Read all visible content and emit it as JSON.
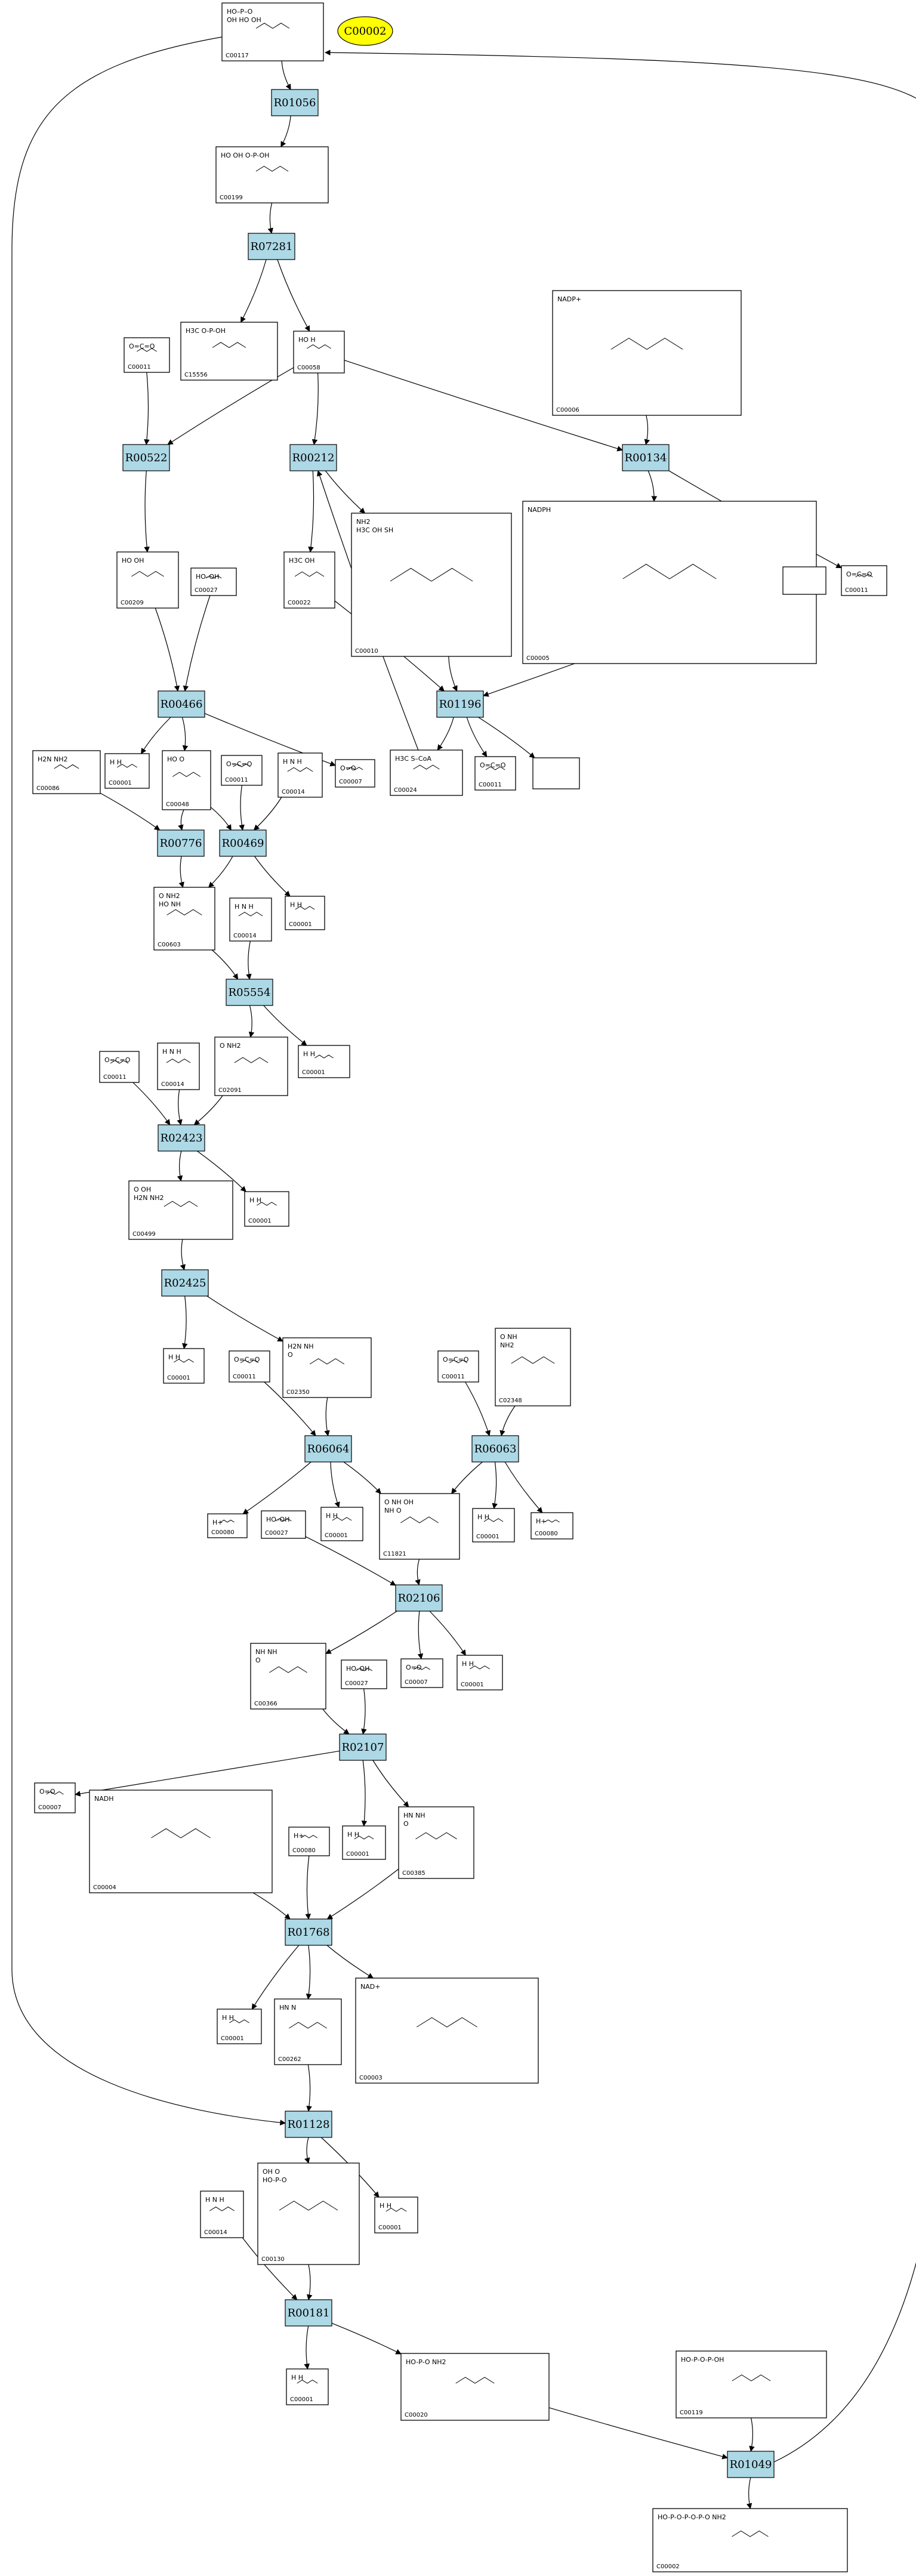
{
  "title": "C00002",
  "reactions": [
    {
      "id": "R01056",
      "label": "R01056"
    },
    {
      "id": "R07281",
      "label": "R07281"
    },
    {
      "id": "R00522",
      "label": "R00522"
    },
    {
      "id": "R00212",
      "label": "R00212"
    },
    {
      "id": "R00134",
      "label": "R00134"
    },
    {
      "id": "R00466",
      "label": "R00466"
    },
    {
      "id": "R01196",
      "label": "R01196"
    },
    {
      "id": "R00776",
      "label": "R00776"
    },
    {
      "id": "R00469",
      "label": "R00469"
    },
    {
      "id": "R05554",
      "label": "R05554"
    },
    {
      "id": "R02423",
      "label": "R02423"
    },
    {
      "id": "R02425",
      "label": "R02425"
    },
    {
      "id": "R06064",
      "label": "R06064"
    },
    {
      "id": "R06063",
      "label": "R06063"
    },
    {
      "id": "R02106",
      "label": "R02106"
    },
    {
      "id": "R02107",
      "label": "R02107"
    },
    {
      "id": "R01768",
      "label": "R01768"
    },
    {
      "id": "R01128",
      "label": "R01128"
    },
    {
      "id": "R00181",
      "label": "R00181"
    },
    {
      "id": "R01049",
      "label": "R01049"
    }
  ],
  "compounds": [
    {
      "key": "c00117_top",
      "cid": "C00117",
      "lines": [
        "HO–P–O",
        "  OH  HO  OH"
      ]
    },
    {
      "key": "c00199",
      "cid": "C00199",
      "lines": [
        "HO  OH  O-P-OH"
      ]
    },
    {
      "key": "c15556",
      "cid": "C15556",
      "lines": [
        "H3C  O-P-OH"
      ]
    },
    {
      "key": "c00011_a",
      "cid": "C00011",
      "lines": [
        "O=C=O"
      ]
    },
    {
      "key": "c00058_a",
      "cid": "C00058",
      "lines": [
        "HO   H"
      ]
    },
    {
      "key": "c00006_a",
      "cid": "C00006",
      "lines": [
        "NADP+"
      ]
    },
    {
      "key": "c00209",
      "cid": "C00209",
      "lines": [
        "HO  OH"
      ]
    },
    {
      "key": "c00027_a",
      "cid": "C00027",
      "lines": [
        "HO–OH"
      ]
    },
    {
      "key": "c00022",
      "cid": "C00022",
      "lines": [
        "H3C  OH"
      ]
    },
    {
      "key": "c00010",
      "cid": "C00010",
      "lines": [
        "NH2",
        "H3C  OH  SH"
      ]
    },
    {
      "key": "c00005_a",
      "cid": "C00005",
      "lines": [
        "NADPH"
      ]
    },
    {
      "key": "c00011_b",
      "cid": "C00011",
      "lines": [
        "O=C=O"
      ]
    },
    {
      "key": "empty_a",
      "cid": "",
      "lines": []
    },
    {
      "key": "c00086_a",
      "cid": "C00086",
      "lines": [
        "H2N  NH2"
      ]
    },
    {
      "key": "c00001_a",
      "cid": "C00001",
      "lines": [
        "H   H"
      ]
    },
    {
      "key": "c00048",
      "cid": "C00048",
      "lines": [
        "HO  O"
      ]
    },
    {
      "key": "c00011_c",
      "cid": "C00011",
      "lines": [
        "O=C=O"
      ]
    },
    {
      "key": "c00014_a",
      "cid": "C00014",
      "lines": [
        "H N H"
      ]
    },
    {
      "key": "c00007_a",
      "cid": "C00007",
      "lines": [
        "O=O"
      ]
    },
    {
      "key": "c00024",
      "cid": "C00024",
      "lines": [
        "H3C  S–CoA"
      ]
    },
    {
      "key": "c00011_d",
      "cid": "C00011",
      "lines": [
        "O=C=O"
      ]
    },
    {
      "key": "empty_b",
      "cid": "",
      "lines": []
    },
    {
      "key": "c00603",
      "cid": "C00603",
      "lines": [
        "O  NH2",
        "HO  NH"
      ]
    },
    {
      "key": "c00014_b",
      "cid": "C00014",
      "lines": [
        "H N H"
      ]
    },
    {
      "key": "c00001_b",
      "cid": "C00001",
      "lines": [
        "H   H"
      ]
    },
    {
      "key": "c02091",
      "cid": "C02091",
      "lines": [
        "O  NH2"
      ]
    },
    {
      "key": "c00001_c",
      "cid": "C00001",
      "lines": [
        "H   H"
      ]
    },
    {
      "key": "c00011_e",
      "cid": "C00011",
      "lines": [
        "O=C=O"
      ]
    },
    {
      "key": "c00014_c",
      "cid": "C00014",
      "lines": [
        "H N H"
      ]
    },
    {
      "key": "c00499",
      "cid": "C00499",
      "lines": [
        "O  OH",
        "H2N  NH2"
      ]
    },
    {
      "key": "c00001_d",
      "cid": "C00001",
      "lines": [
        "H   H"
      ]
    },
    {
      "key": "c00001_e",
      "cid": "C00001",
      "lines": [
        "H   H"
      ]
    },
    {
      "key": "c00011_f",
      "cid": "C00011",
      "lines": [
        "O=C=O"
      ]
    },
    {
      "key": "c02350",
      "cid": "C02350",
      "lines": [
        "H2N  NH",
        "O"
      ]
    },
    {
      "key": "c00011_g",
      "cid": "C00011",
      "lines": [
        "O=C=O"
      ]
    },
    {
      "key": "c02348",
      "cid": "C02348",
      "lines": [
        "O  NH",
        "NH2"
      ]
    },
    {
      "key": "c00080_a",
      "cid": "C00080",
      "lines": [
        "H+"
      ]
    },
    {
      "key": "c00027_b",
      "cid": "C00027",
      "lines": [
        "HO–OH"
      ]
    },
    {
      "key": "c00001_f",
      "cid": "C00001",
      "lines": [
        "H   H"
      ]
    },
    {
      "key": "c11821",
      "cid": "C11821",
      "lines": [
        "O  NH  OH",
        "NH  O"
      ]
    },
    {
      "key": "c00001_g",
      "cid": "C00001",
      "lines": [
        "H   H"
      ]
    },
    {
      "key": "c00080_b",
      "cid": "C00080",
      "lines": [
        "H+"
      ]
    },
    {
      "key": "c00366",
      "cid": "C00366",
      "lines": [
        "NH  NH",
        "O"
      ]
    },
    {
      "key": "c00027_c",
      "cid": "C00027",
      "lines": [
        "HO–OH"
      ]
    },
    {
      "key": "c00007_b",
      "cid": "C00007",
      "lines": [
        "O=O"
      ]
    },
    {
      "key": "c00001_h",
      "cid": "C00001",
      "lines": [
        "H   H"
      ]
    },
    {
      "key": "c00007_c",
      "cid": "C00007",
      "lines": [
        "O=O"
      ]
    },
    {
      "key": "c00004",
      "cid": "C00004",
      "lines": [
        "NADH"
      ]
    },
    {
      "key": "c00080_c",
      "cid": "C00080",
      "lines": [
        "H+"
      ]
    },
    {
      "key": "c00001_i",
      "cid": "C00001",
      "lines": [
        "H   H"
      ]
    },
    {
      "key": "c00385",
      "cid": "C00385",
      "lines": [
        "HN  NH",
        "O"
      ]
    },
    {
      "key": "c00001_j",
      "cid": "C00001",
      "lines": [
        "H   H"
      ]
    },
    {
      "key": "c00262",
      "cid": "C00262",
      "lines": [
        "HN  N"
      ]
    },
    {
      "key": "c00003",
      "cid": "C00003",
      "lines": [
        "NAD+"
      ]
    },
    {
      "key": "c00014_d",
      "cid": "C00014",
      "lines": [
        "H N H"
      ]
    },
    {
      "key": "c00130",
      "cid": "C00130",
      "lines": [
        "OH  O",
        "HO-P-O"
      ]
    },
    {
      "key": "c00001_k",
      "cid": "C00001",
      "lines": [
        "H   H"
      ]
    },
    {
      "key": "c00001_l",
      "cid": "C00001",
      "lines": [
        "H   H"
      ]
    },
    {
      "key": "c00020",
      "cid": "C00020",
      "lines": [
        "HO-P-O  NH2"
      ]
    },
    {
      "key": "c00119",
      "cid": "C00119",
      "lines": [
        "HO-P-O-P-OH"
      ]
    },
    {
      "key": "c00002",
      "cid": "C00002",
      "lines": [
        "HO-P-O-P-O-P-O  NH2"
      ]
    }
  ]
}
